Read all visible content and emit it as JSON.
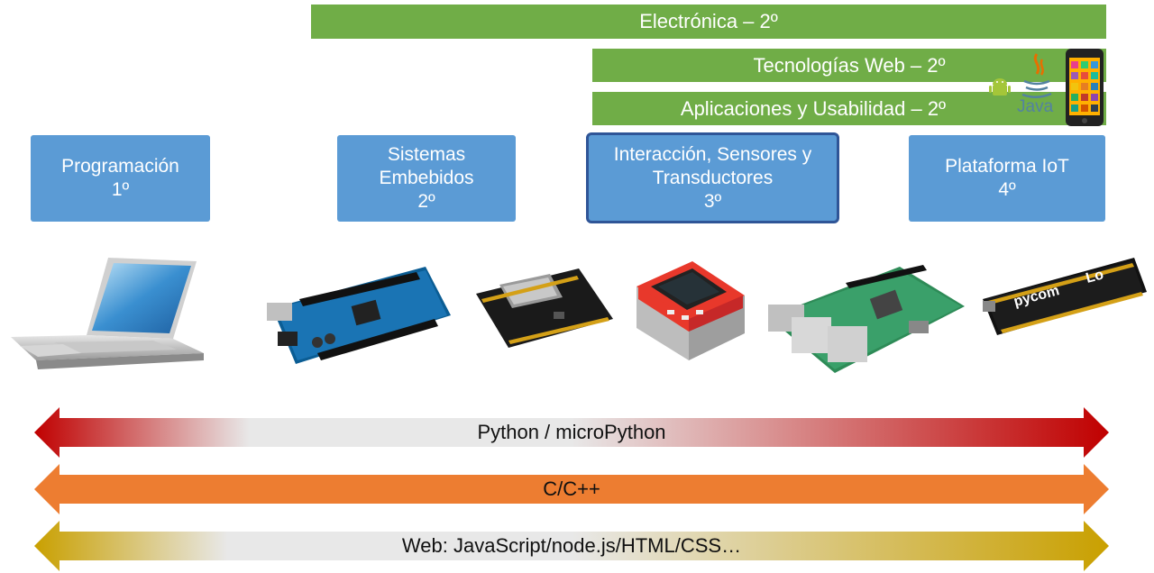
{
  "top_bars": {
    "electronica": "Electrónica – 2º",
    "tecnologias_web": "Tecnologías Web – 2º",
    "aplicaciones": "Aplicaciones y Usabilidad – 2º"
  },
  "java_logo_text": "Java",
  "courses": [
    {
      "lines": [
        "Programación",
        "1º"
      ]
    },
    {
      "lines": [
        "Sistemas",
        "Embebidos",
        "2º"
      ]
    },
    {
      "lines": [
        "Interacción, Sensores y",
        "Transductores",
        "3º"
      ]
    },
    {
      "lines": [
        "Plataforma IoT",
        "4º"
      ]
    }
  ],
  "device_labels": {
    "pycom": "pycom",
    "lopy": "Lo"
  },
  "languages": {
    "python": "Python / microPython",
    "cpp": "C/C++",
    "web": "Web: JavaScript/node.js/HTML/CSS…"
  },
  "colors": {
    "green": "#70ad47",
    "blue": "#5b9bd5",
    "python_red": "#c00000",
    "cpp_orange": "#ed7d31",
    "web_gold": "#c9a000"
  }
}
